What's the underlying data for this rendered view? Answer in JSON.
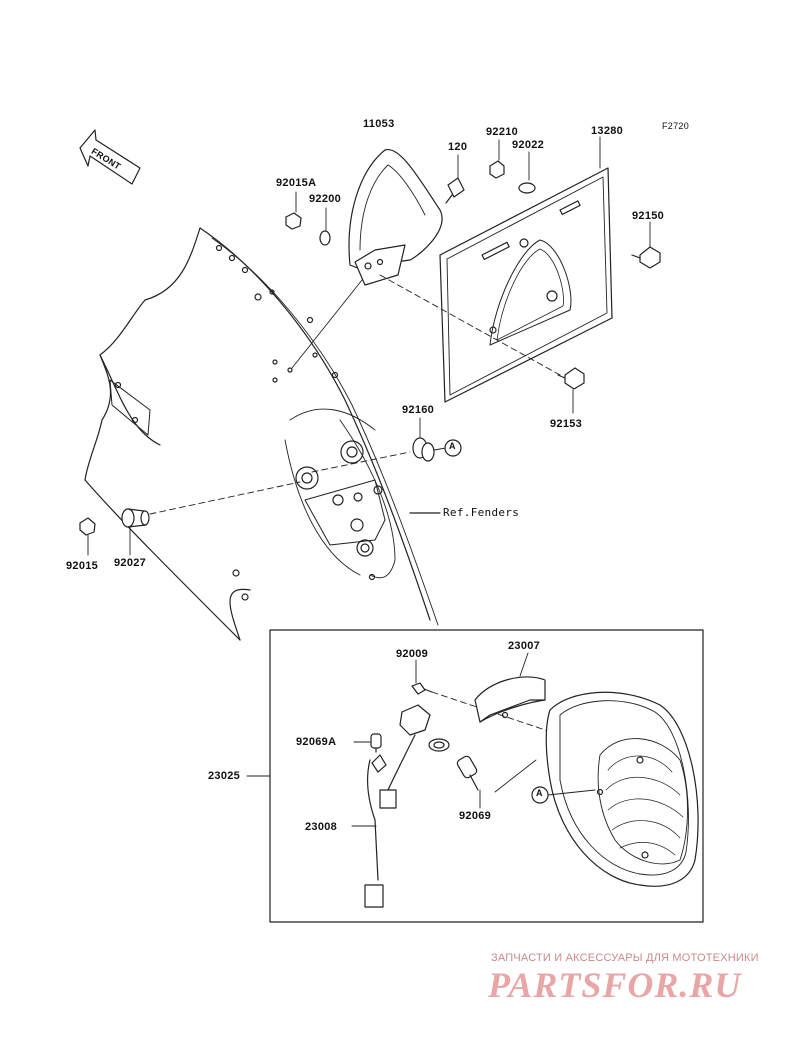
{
  "figure_code": "F2720",
  "direction": "FRONT",
  "parts": {
    "p11053": "11053",
    "p120": "120",
    "p92210": "92210",
    "p92022": "92022",
    "p13280": "13280",
    "p92015A": "92015A",
    "p92200": "92200",
    "p92150": "92150",
    "p92153": "92153",
    "p92160": "92160",
    "p92015": "92015",
    "p92027": "92027",
    "p92009": "92009",
    "p23007": "23007",
    "p92069A": "92069A",
    "p23025": "23025",
    "p23008": "23008",
    "p92069": "92069"
  },
  "reference": "Ref.Fenders",
  "marker_a": "A",
  "watermark": {
    "tagline": "ЗАПЧАСТИ И АКСЕССУАРЫ ДЛЯ МОТОТЕХНИКИ",
    "logo": "PARTSFOR.RU"
  },
  "colors": {
    "line": "#222222",
    "watermark": "#e8a6a6"
  }
}
